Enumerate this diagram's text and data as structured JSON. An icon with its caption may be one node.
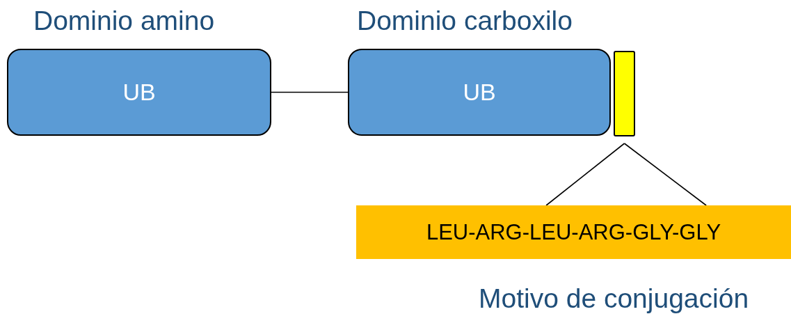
{
  "diagram": {
    "nodes": [
      {
        "text": [
          "Dominio amino",
          "UB"
        ]
      },
      {
        "text": [
          "Dominio carboxilo",
          "UB"
        ]
      },
      {
        "text": [],
        "shape": "bar"
      },
      {
        "text": [
          "LEU-ARG-LEU-ARG-GLY-GLY"
        ],
        "beside": [
          "Motivo de conjugación"
        ]
      }
    ],
    "edges": [
      {
        "from": 0,
        "to": 1,
        "arrow": "none"
      },
      {
        "from": 2,
        "to": 3,
        "arrow": "none"
      },
      {
        "from": 2,
        "to": 3,
        "arrow": "none"
      }
    ]
  }
}
